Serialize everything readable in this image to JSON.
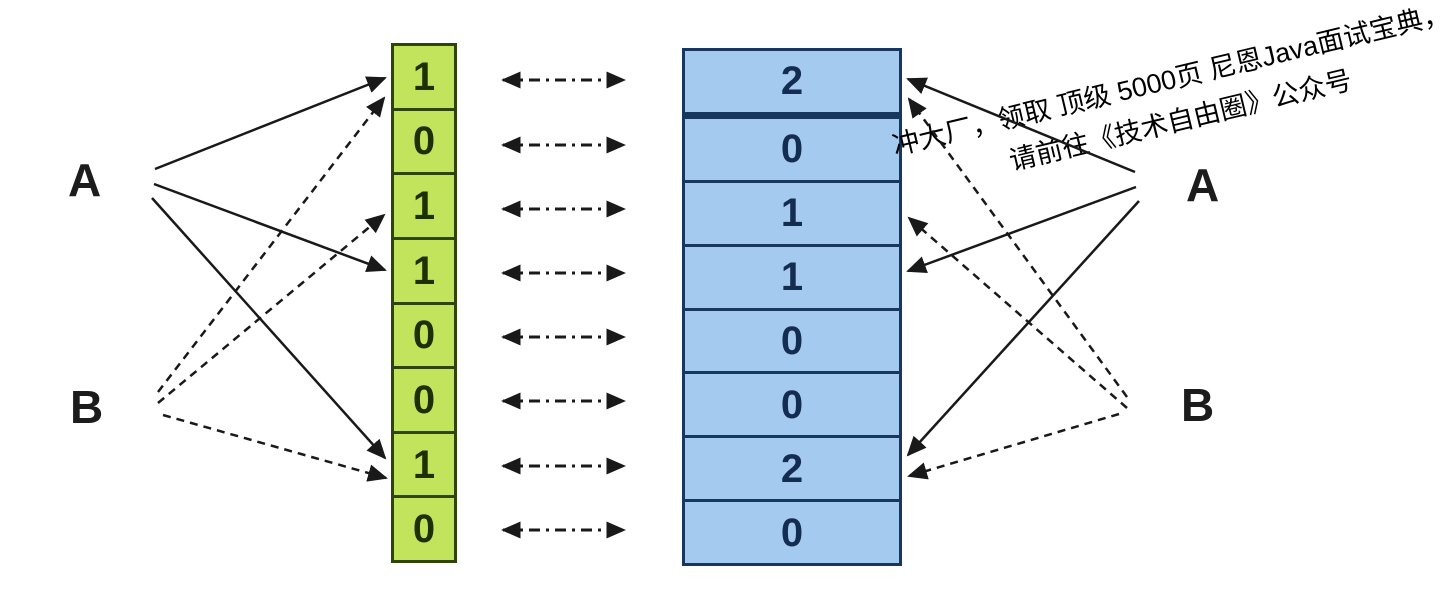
{
  "watermark": {
    "line1": "冲大厂，领取 顶级 5000页 尼恩Java面试宝典，",
    "line2": "请前往《技术自由圈》公众号"
  },
  "elements": {
    "left_a": "A",
    "left_b": "B",
    "right_a": "A",
    "right_b": "B"
  },
  "bit_array": {
    "description": "bloom filter bit vector (left, green)",
    "values": [
      "1",
      "0",
      "1",
      "1",
      "0",
      "0",
      "1",
      "0"
    ]
  },
  "counter_array": {
    "description": "counting bloom filter counters (right, blue)",
    "values": [
      "2",
      "0",
      "1",
      "1",
      "0",
      "0",
      "2",
      "0"
    ]
  },
  "mappings": {
    "element_a_positions": [
      0,
      3,
      6
    ],
    "element_b_positions": [
      0,
      2,
      6
    ],
    "a_arrow_style": "solid",
    "b_arrow_style": "dashed",
    "row_correspondence_arrows": 8
  },
  "colors": {
    "bit_cell_fill": "#c2e35c",
    "bit_cell_border": "#2f4409",
    "bit_text": "#1e2f03",
    "counter_cell_fill": "#a5caf0",
    "counter_cell_border": "#17375e",
    "counter_text": "#132c50",
    "arrow": "#191919",
    "background": "#ffffff"
  }
}
